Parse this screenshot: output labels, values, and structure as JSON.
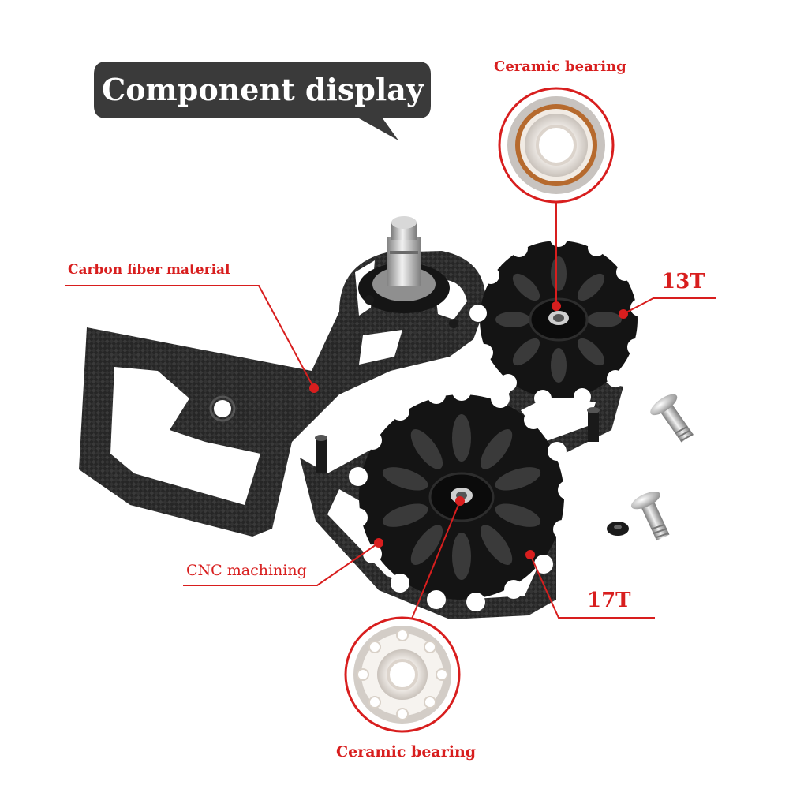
{
  "title": "Component display",
  "labels": {
    "ceramic_top": "Ceramic bearing",
    "carbon": "Carbon fiber material",
    "t13": "13T",
    "cnc": "CNC machining",
    "t17": "17T",
    "ceramic_bottom": "Ceramic bearing"
  },
  "colors": {
    "accent_red": "#d81e1e",
    "bubble": "#3a3a3a",
    "carbon": "#2b2b2b",
    "pulley": "#121212"
  }
}
